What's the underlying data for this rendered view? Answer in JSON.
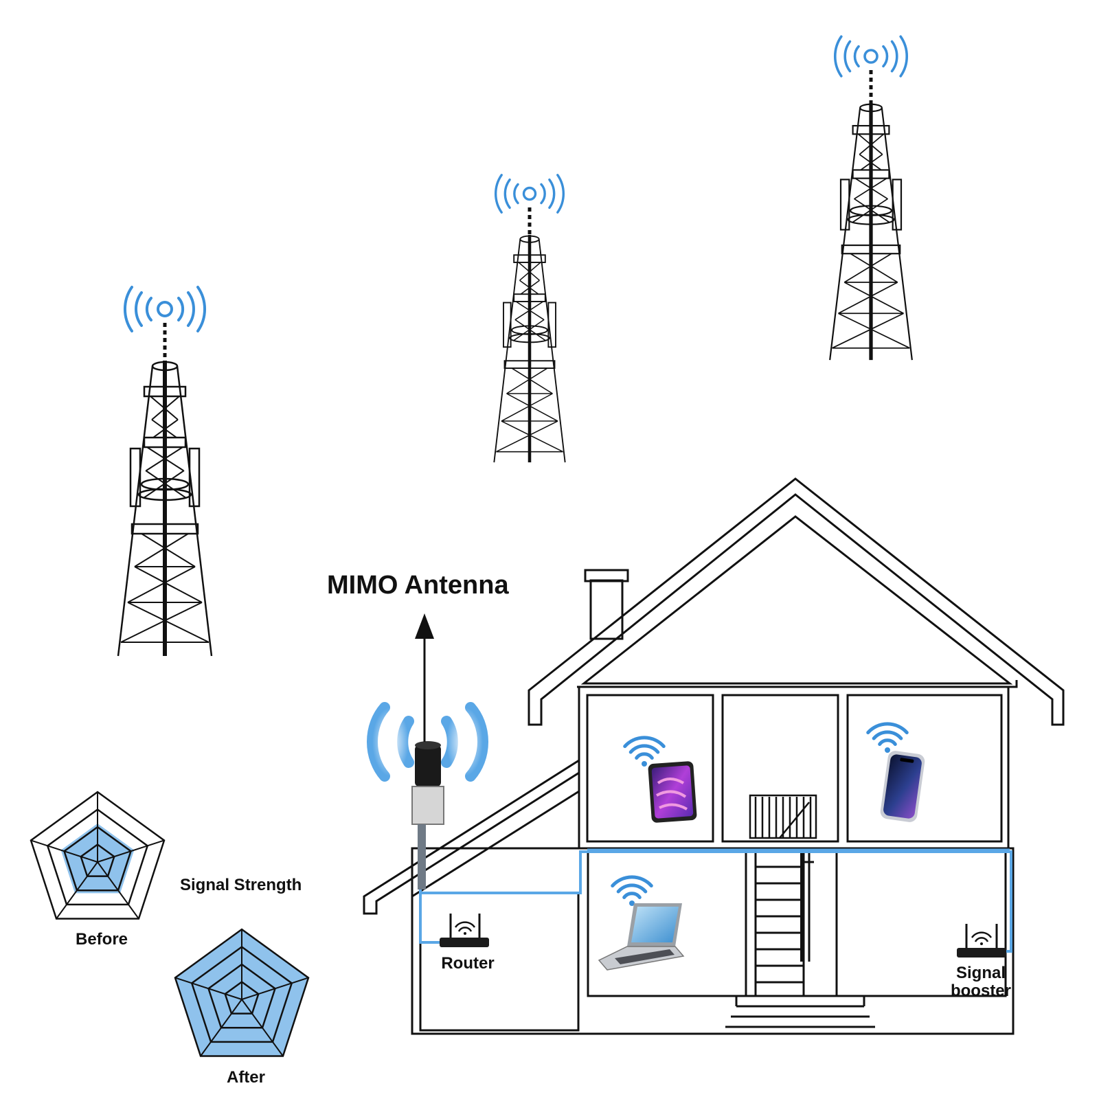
{
  "labels": {
    "antenna": "MIMO Antenna",
    "signal_strength": "Signal Strength",
    "before": "Before",
    "after": "After",
    "router": "Router",
    "booster_line1": "Signal",
    "booster_line2": "booster"
  },
  "icons": {
    "tower": "cell-tower-icon",
    "broadcast": "broadcast-signal-icon",
    "wifi": "wifi-icon",
    "tablet": "tablet-icon",
    "phone": "smartphone-icon",
    "laptop": "laptop-icon",
    "router": "router-icon",
    "booster": "signal-booster-icon"
  },
  "colors": {
    "signal_blue": "#3a8fd9",
    "cable_blue": "#5aa7e6",
    "radar_fill": "#8fc2ec",
    "line": "#111111"
  },
  "signal_strength_radar": {
    "axes": 5,
    "levels": 4,
    "before_level": 0.55,
    "after_level": 1.0
  }
}
